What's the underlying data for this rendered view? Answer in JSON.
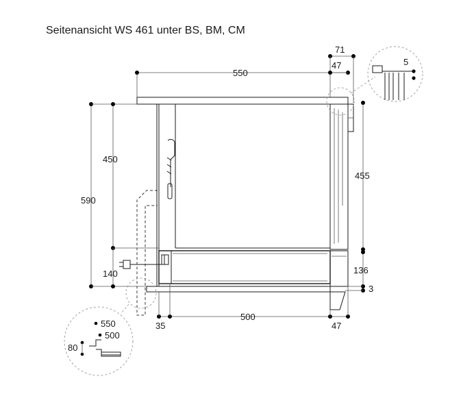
{
  "title": "Seitenansicht WS 461 unter BS, BM, CM",
  "dimensions": {
    "d550_top": "550",
    "d71": "71",
    "d47_top": "47",
    "d5": "5",
    "d450": "450",
    "d590": "590",
    "d455": "455",
    "d140": "140",
    "d136": "136",
    "d3": "3",
    "d35": "35",
    "d500_bottom": "500",
    "d47_bottom": "47",
    "detail_550": "550",
    "detail_500": "500",
    "detail_80": "80"
  }
}
